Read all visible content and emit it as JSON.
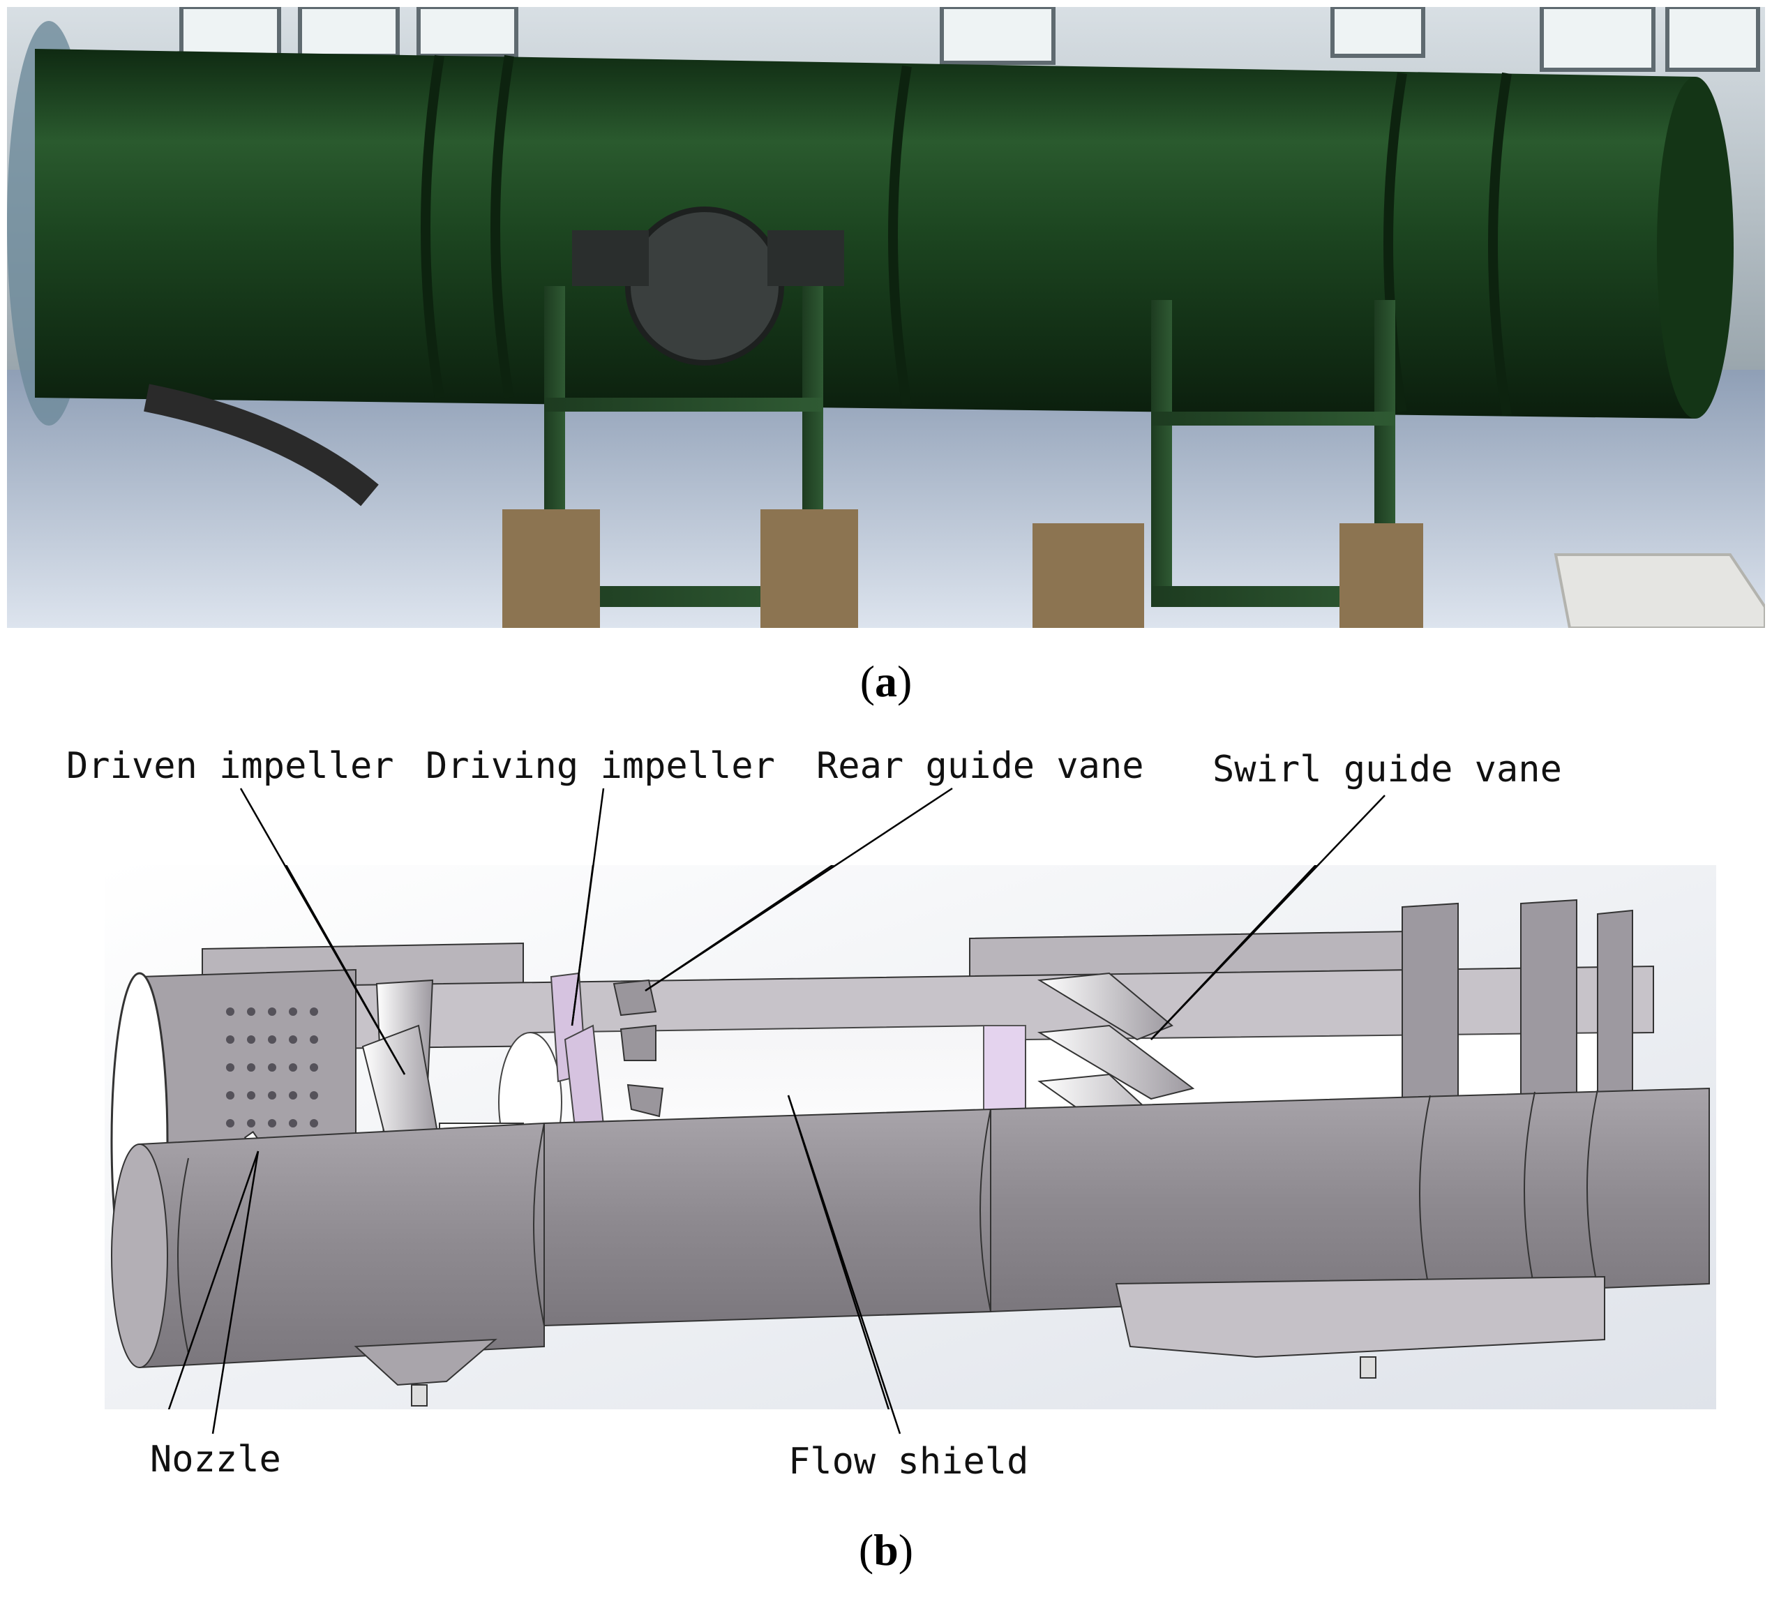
{
  "figure": {
    "panel_a": {
      "caption": "(a)",
      "bold_letter": "a"
    },
    "panel_b": {
      "caption": "(b)",
      "bold_letter": "b"
    },
    "labels": {
      "driven_impeller": "Driven impeller",
      "driving_impeller": "Driving impeller",
      "rear_guide_vane": "Rear guide vane",
      "swirl_guide_vane": "Swirl guide vane",
      "nozzle": "Nozzle",
      "flow_shield": "Flow shield"
    }
  },
  "colors": {
    "machine_green": "#1f4a23",
    "floor": "#b9c5d6",
    "metal": "#8e8a90",
    "metal_light": "#c9c6cb",
    "accent_purple": "#d9b8e8"
  }
}
